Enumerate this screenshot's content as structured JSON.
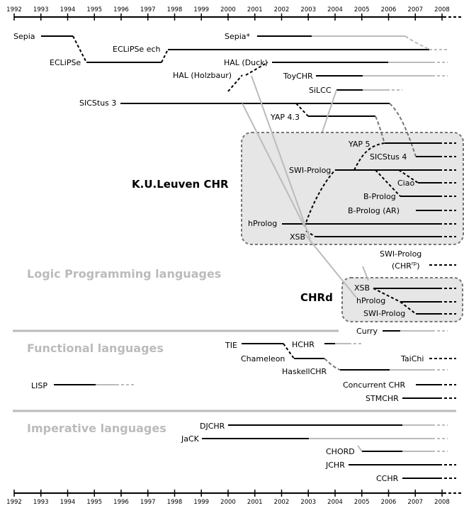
{
  "timeline": {
    "years": [
      "1992",
      "1993",
      "1994",
      "1995",
      "1996",
      "1997",
      "1998",
      "1999",
      "2000",
      "2001",
      "2002",
      "2003",
      "2004",
      "2005",
      "2006",
      "2007",
      "2008"
    ]
  },
  "sections": [
    {
      "id": "lp",
      "title": "Logic Programming languages"
    },
    {
      "id": "fn",
      "title": "Functional languages"
    },
    {
      "id": "imp",
      "title": "Imperative languages"
    }
  ],
  "groups": [
    {
      "id": "leuven",
      "title": "K.U.Leuven CHR"
    },
    {
      "id": "chrd",
      "title": "CHRd"
    }
  ],
  "systems": {
    "sepia": "Sepia",
    "eclipse": "ECLiPSe",
    "eclipse_ech": "ECLiPSe ech",
    "sepia_star": "Sepia*",
    "hal_duck": "HAL (Duck)",
    "hal_holz": "HAL (Holzbaur)",
    "toychr": "ToyCHR",
    "silcc": "SiLCC",
    "sicstus3": "SICStus 3",
    "yap43": "YAP 4.3",
    "yap5": "YAP 5",
    "sicstus4": "SICStus 4",
    "swi": "SWI-Prolog",
    "ciao": "Ciao",
    "bprolog": "B-Prolog",
    "bprolog_ar": "B-Prolog (AR)",
    "hprolog": "hProlog",
    "xsb": "XSB",
    "swi_rp": "SWI-Prolog",
    "chr_rp": "(CHR",
    "rp_sup": "rp",
    "rp_close": ")",
    "chrd_xsb": "XSB",
    "chrd_hprolog": "hProlog",
    "chrd_swi": "SWI-Prolog",
    "curry": "Curry",
    "tie": "TIE",
    "hchr": "HCHR",
    "chameleon": "Chameleon",
    "haskellchr": "HaskellCHR",
    "taichi": "TaiChi",
    "lisp": "LISP",
    "concurrent": "Concurrent CHR",
    "stmchr": "STMCHR",
    "djchr": "DJCHR",
    "jack": "JaCK",
    "chord": "CHORD",
    "jchr": "JCHR",
    "cchr": "CCHR"
  },
  "colors": {
    "active": "#000000",
    "faded": "#bbbbbb",
    "dashed_link": "#777777",
    "box_fill": "#e6e6e6",
    "box_border": "#777777",
    "section_line": "#bbbbbb"
  }
}
